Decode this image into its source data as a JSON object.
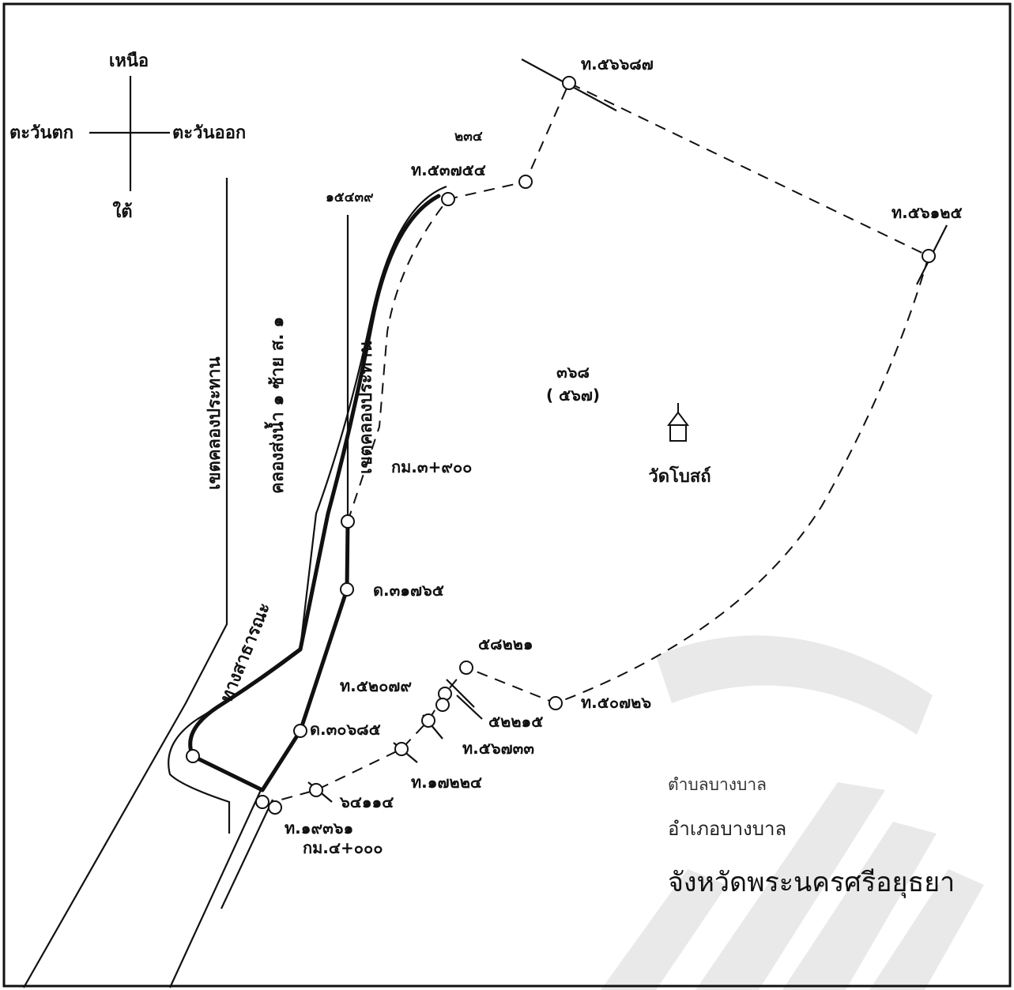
{
  "compass": {
    "north": "เหนือ",
    "south": "ใต้",
    "west": "ตะวันตก",
    "east": "ตะวันออก"
  },
  "features": {
    "canal_left": "เขตคลองประทาน",
    "canal_right": "เขตคลองประทาน",
    "irrigation_canal": "คลองส่งน้ำ ๑ ซ้าย ส. ๑",
    "public_road": "ทางสาธารณะ",
    "temple_name": "วัดโบสถ์"
  },
  "parcel": {
    "number": "๓๖๘",
    "sub_number": "( ๕๖๗)"
  },
  "markers": {
    "km_top": "กม.๓+๙๐๐",
    "km_bottom": "กม.๔+๐๐๐"
  },
  "points": {
    "t56687": "ท.๕๖๖๘๗",
    "n234": "๒๓๔",
    "t53754": "ท.๕๓๗๕๔",
    "n15439": "๑๕๔๓๙",
    "t56125": "ท.๕๖๑๒๕",
    "d31765": "ด.๓๑๗๖๕",
    "n58221": "๕๘๒๒๑",
    "t52079": "ท.๕๒๐๗๙",
    "t50726": "ท.๕๐๗๒๖",
    "n52215": "๕๒๒๑๕",
    "d30685": "ด.๓๐๖๘๕",
    "t56733": "ท.๕๖๗๓๓",
    "t17224": "ท.๑๗๒๒๔",
    "n64114": "๖๔๑๑๔",
    "t19361": "ท.๑๙๓๖๑"
  },
  "location": {
    "subdistrict": "ตำบลบางบาล",
    "district": "อำเภอบางบาล",
    "province": "จังหวัดพระนครศรีอยุธยา"
  }
}
